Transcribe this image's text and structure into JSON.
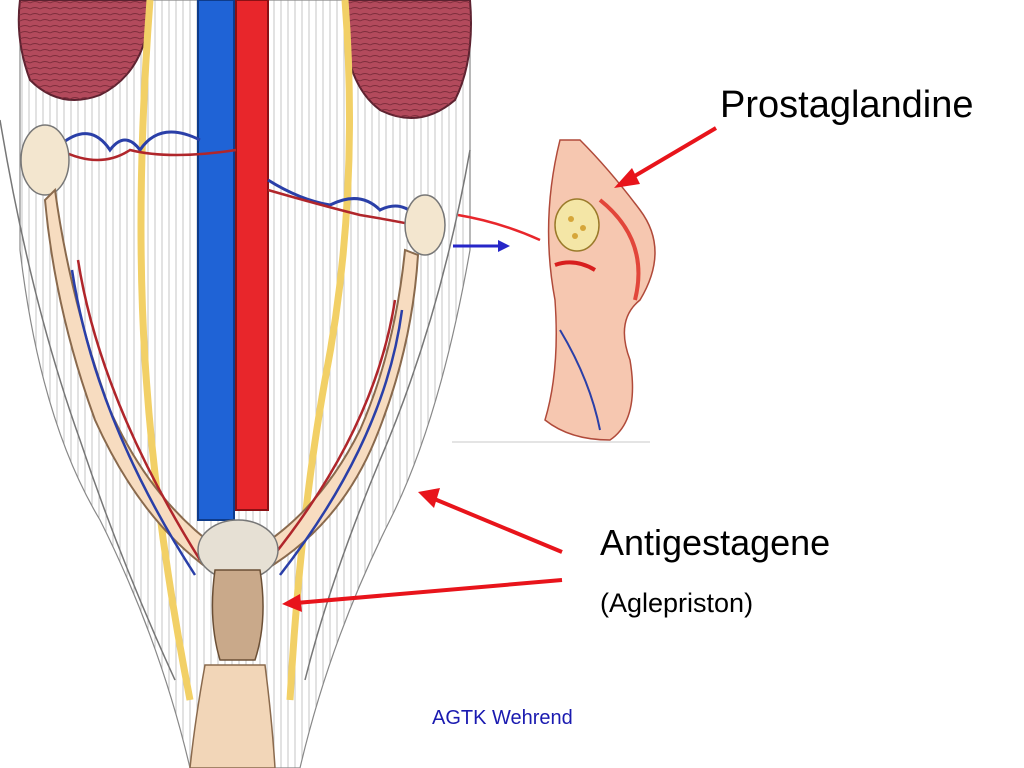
{
  "labels": {
    "prostaglandine": "Prostaglandine",
    "antigestagene": "Antigestagene",
    "aglepriston": "(Aglepriston)"
  },
  "footer": {
    "credit": "AGTK Wehrend"
  },
  "colors": {
    "arrow_red": "#e8141b",
    "arrow_blue": "#2626c8",
    "vein_blue": "#1f63d6",
    "artery_red": "#e8262b",
    "kidney": "#b34a5c",
    "ureter_yellow": "#f2d066",
    "uterine_tissue": "#f7dcc0",
    "credit_text": "#1a1ab0"
  },
  "illustrations": {
    "left": "uterus-anatomy-drawing",
    "right": "ovary-corpus-luteum-drawing"
  }
}
